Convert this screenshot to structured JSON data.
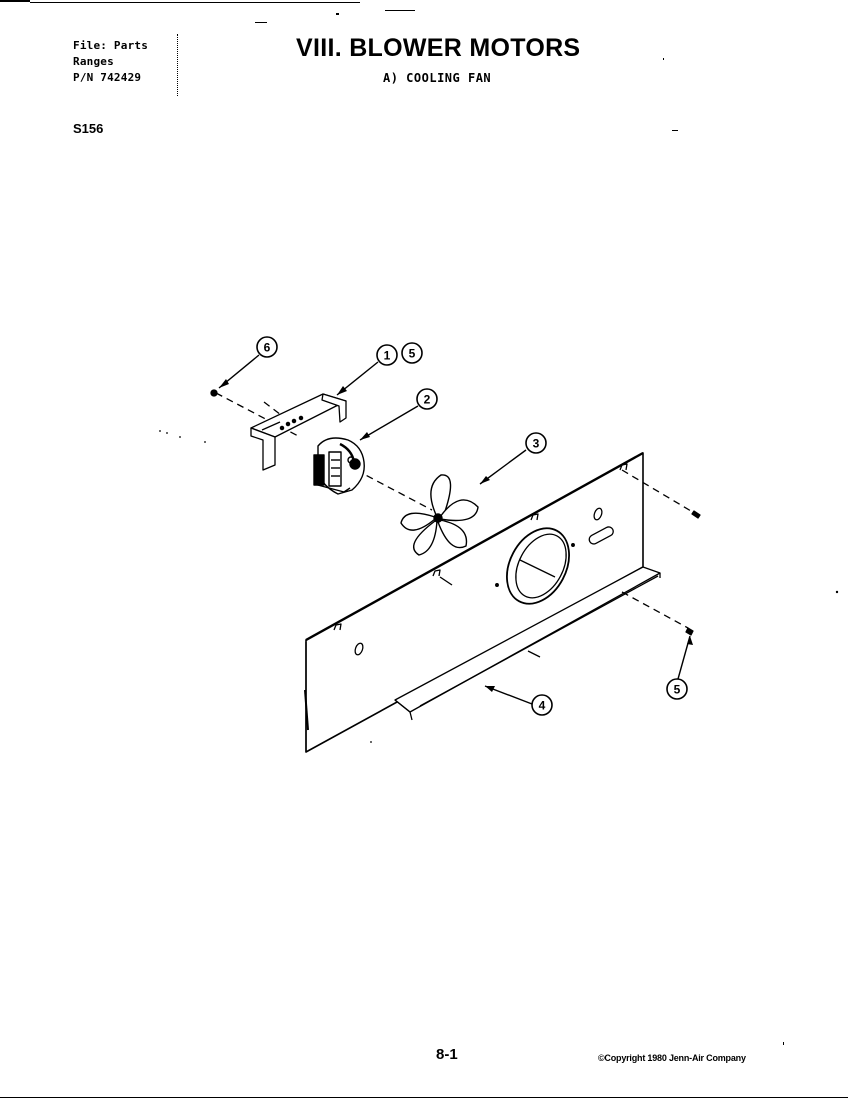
{
  "header": {
    "file_info": [
      "File: Parts",
      "Ranges",
      "P/N 742429"
    ],
    "title": "VIII. BLOWER MOTORS",
    "subtitle": "A) COOLING FAN",
    "model": "S156"
  },
  "diagram": {
    "callouts": [
      "6",
      "1",
      "5",
      "2",
      "3",
      "4",
      "5"
    ]
  },
  "footer": {
    "page_number": "8-1",
    "copyright": "©Copyright 1980 Jenn-Air Company"
  }
}
